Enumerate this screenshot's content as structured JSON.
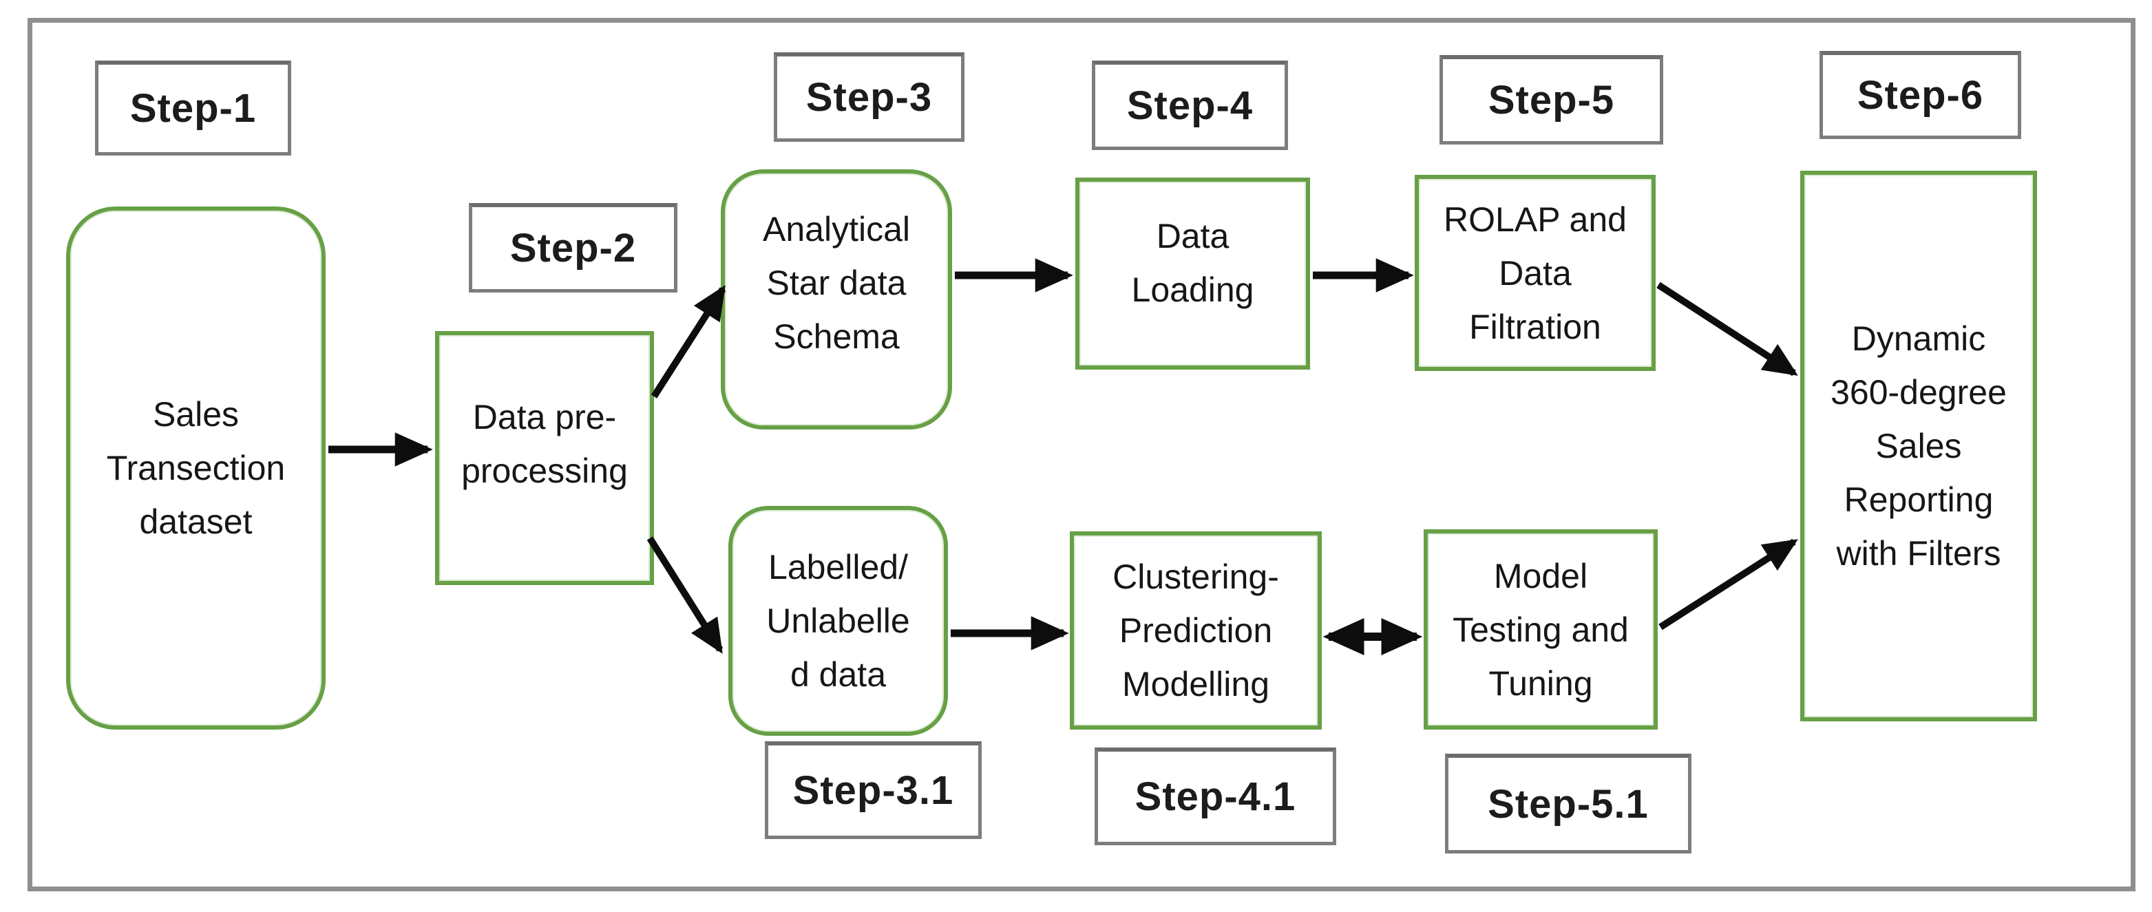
{
  "diagram": {
    "type": "flowchart",
    "colors": {
      "background": "#ffffff",
      "node_border_green": "#67a046",
      "label_border_gray": "#7d7d7d",
      "frame_gray": "#8f8f8f",
      "arrow_black": "#0d0d0d",
      "text": "#161616"
    },
    "steps": {
      "s1": "Step-1",
      "s2": "Step-2",
      "s3": "Step-3",
      "s4": "Step-4",
      "s5": "Step-5",
      "s6": "Step-6",
      "s3_1": "Step-3.1",
      "s4_1": "Step-4.1",
      "s5_1": "Step-5.1"
    },
    "nodes": {
      "sales": {
        "lines": [
          "Sales",
          "Transection",
          "dataset"
        ]
      },
      "preprocessing": {
        "lines": [
          "Data pre-",
          "processing"
        ]
      },
      "schema": {
        "lines": [
          "Analytical",
          "Star data",
          "Schema"
        ]
      },
      "loading": {
        "lines": [
          "Data",
          "Loading"
        ]
      },
      "rolap": {
        "lines": [
          "ROLAP and",
          "Data",
          "Filtration"
        ]
      },
      "labelled": {
        "lines": [
          "Labelled/",
          "Unlabelle",
          "d data"
        ]
      },
      "clustering": {
        "lines": [
          "Clustering-",
          "Prediction",
          "Modelling"
        ]
      },
      "model": {
        "lines": [
          "Model",
          "Testing and",
          "Tuning"
        ]
      },
      "reporting": {
        "lines": [
          "Dynamic",
          "360-degree",
          "Sales",
          "Reporting",
          "with Filters"
        ]
      }
    },
    "connectors": [
      {
        "from": "sales",
        "to": "preprocessing",
        "style": "single"
      },
      {
        "from": "preprocessing",
        "to": "schema",
        "style": "single"
      },
      {
        "from": "preprocessing",
        "to": "labelled",
        "style": "single"
      },
      {
        "from": "schema",
        "to": "loading",
        "style": "single"
      },
      {
        "from": "loading",
        "to": "rolap",
        "style": "single"
      },
      {
        "from": "rolap",
        "to": "reporting",
        "style": "single"
      },
      {
        "from": "labelled",
        "to": "clustering",
        "style": "single"
      },
      {
        "from": "clustering",
        "to": "model",
        "style": "double"
      },
      {
        "from": "model",
        "to": "reporting",
        "style": "single"
      }
    ]
  }
}
